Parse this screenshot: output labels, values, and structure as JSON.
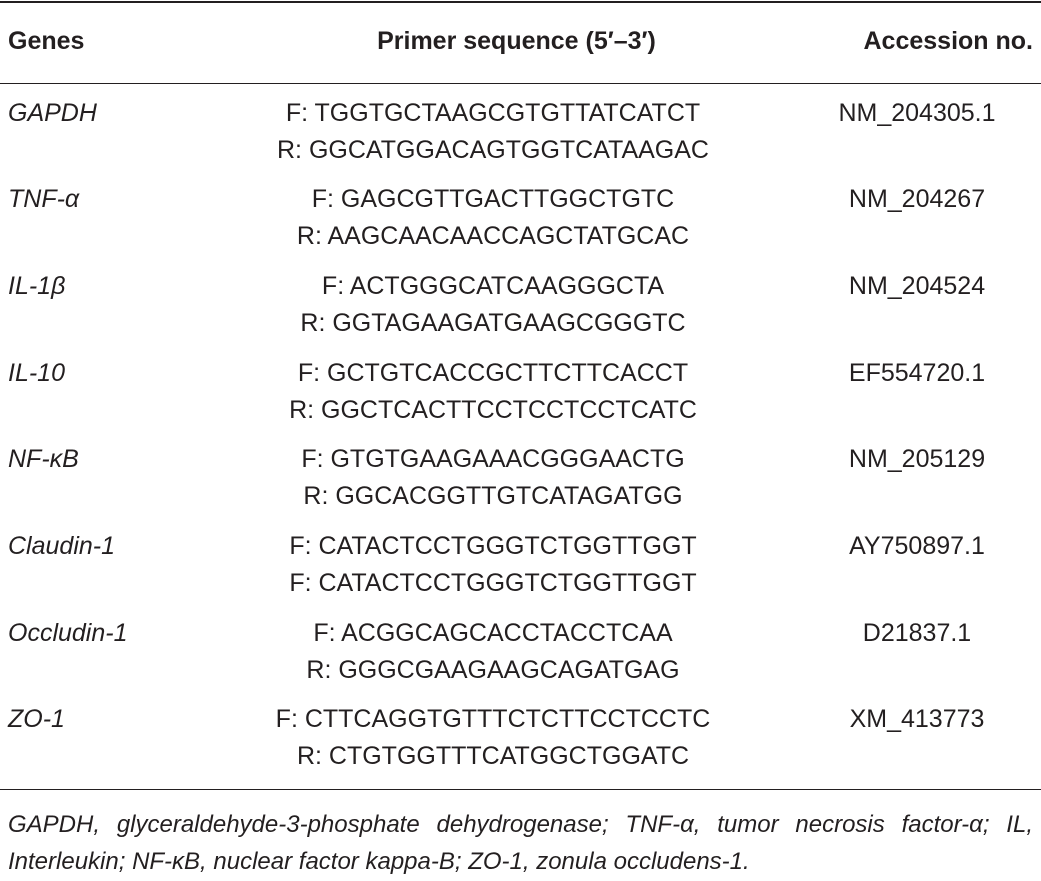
{
  "table": {
    "headers": {
      "genes": "Genes",
      "primer": "Primer sequence (5′–3′)",
      "accession": "Accession no."
    },
    "rows": [
      {
        "gene": "GAPDH",
        "forward": "F: TGGTGCTAAGCGTGTTATCATCT",
        "reverse": "R: GGCATGGACAGTGGTCATAAGAC",
        "accession": "NM_204305.1"
      },
      {
        "gene": "TNF-α",
        "forward": "F: GAGCGTTGACTTGGCTGTC",
        "reverse": "R: AAGCAACAACCAGCTATGCAC",
        "accession": "NM_204267"
      },
      {
        "gene": "IL-1β",
        "forward": "F: ACTGGGCATCAAGGGCTA",
        "reverse": "R: GGTAGAAGATGAAGCGGGTC",
        "accession": "NM_204524"
      },
      {
        "gene": "IL-10",
        "forward": "F: GCTGTCACCGCTTCTTCACCT",
        "reverse": "R: GGCTCACTTCCTCCTCCTCATC",
        "accession": "EF554720.1"
      },
      {
        "gene": "NF-κB",
        "forward": "F: GTGTGAAGAAACGGGAACTG",
        "reverse": "R: GGCACGGTTGTCATAGATGG",
        "accession": "NM_205129"
      },
      {
        "gene": "Claudin-1",
        "forward": "F: CATACTCCTGGGTCTGGTTGGT",
        "reverse": "F: CATACTCCTGGGTCTGGTTGGT",
        "accession": "AY750897.1"
      },
      {
        "gene": "Occludin-1",
        "forward": "F: ACGGCAGCACCTACCTCAA",
        "reverse": "R: GGGCGAAGAAGCAGATGAG",
        "accession": "D21837.1"
      },
      {
        "gene": "ZO-1",
        "forward": "F: CTTCAGGTGTTTCTCTTCCTCCTC",
        "reverse": "R: CTGTGGTTTCATGGCTGGATC",
        "accession": "XM_413773"
      }
    ],
    "footnote": "GAPDH, glyceraldehyde-3-phosphate dehydrogenase; TNF-α, tumor necrosis factor-α; IL, Interleukin; NF-κB, nuclear factor kappa-B; ZO-1, zonula occludens-1."
  }
}
